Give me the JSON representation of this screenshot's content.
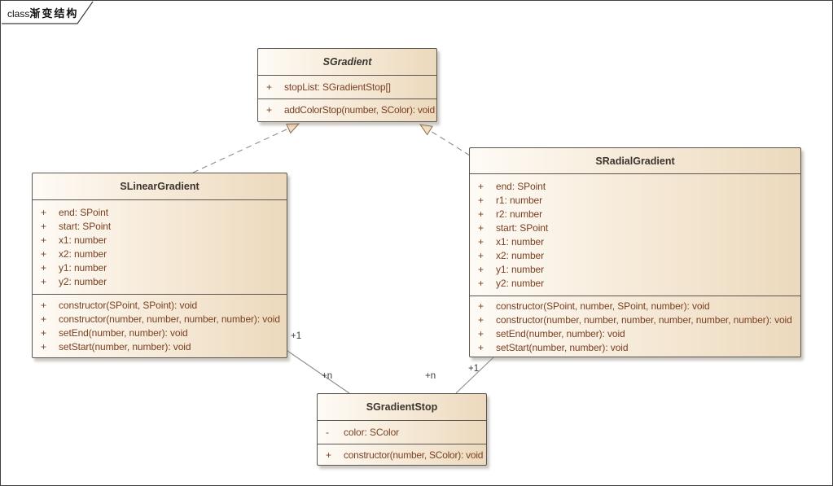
{
  "frame": {
    "label_prefix": "class",
    "label_title": "渐变结构"
  },
  "colors": {
    "box_fill_light": "#fefbf6",
    "box_fill_dark": "#ecd9bd",
    "box_border": "#5a5550",
    "member_text": "#7a4022",
    "title_text": "#3b352e",
    "relationship_line": "#8c8c8c",
    "triangle_fill": "#f2dfc2",
    "triangle_stroke": "#8a6a48",
    "shadow": "rgba(140,130,118,0.45)"
  },
  "classes": {
    "gradient": {
      "name": "SGradient",
      "abstract": true,
      "attributes": [
        {
          "vis": "+",
          "text": "stopList: SGradientStop[]"
        }
      ],
      "operations": [
        {
          "vis": "+",
          "text": "addColorStop(number, SColor): void"
        }
      ]
    },
    "linear": {
      "name": "SLinearGradient",
      "abstract": false,
      "attributes": [
        {
          "vis": "+",
          "text": "end: SPoint"
        },
        {
          "vis": "+",
          "text": "start: SPoint"
        },
        {
          "vis": "+",
          "text": "x1: number"
        },
        {
          "vis": "+",
          "text": "x2: number"
        },
        {
          "vis": "+",
          "text": "y1: number"
        },
        {
          "vis": "+",
          "text": "y2: number"
        }
      ],
      "operations": [
        {
          "vis": "+",
          "text": "constructor(SPoint, SPoint): void"
        },
        {
          "vis": "+",
          "text": "constructor(number, number, number, number): void"
        },
        {
          "vis": "+",
          "text": "setEnd(number, number): void"
        },
        {
          "vis": "+",
          "text": "setStart(number, number): void"
        }
      ]
    },
    "radial": {
      "name": "SRadialGradient",
      "abstract": false,
      "attributes": [
        {
          "vis": "+",
          "text": "end: SPoint"
        },
        {
          "vis": "+",
          "text": "r1: number"
        },
        {
          "vis": "+",
          "text": "r2: number"
        },
        {
          "vis": "+",
          "text": "start: SPoint"
        },
        {
          "vis": "+",
          "text": "x1: number"
        },
        {
          "vis": "+",
          "text": "x2: number"
        },
        {
          "vis": "+",
          "text": "y1: number"
        },
        {
          "vis": "+",
          "text": "y2: number"
        }
      ],
      "operations": [
        {
          "vis": "+",
          "text": "constructor(SPoint, number, SPoint, number): void"
        },
        {
          "vis": "+",
          "text": "constructor(number, number, number, number, number, number): void"
        },
        {
          "vis": "+",
          "text": "setEnd(number, number): void"
        },
        {
          "vis": "+",
          "text": "setStart(number, number): void"
        }
      ]
    },
    "stop": {
      "name": "SGradientStop",
      "abstract": false,
      "attributes": [
        {
          "vis": "-",
          "text": "color: SColor"
        }
      ],
      "operations": [
        {
          "vis": "+",
          "text": "constructor(number, SColor): void"
        }
      ]
    }
  },
  "relationships": {
    "realizations": [
      {
        "from": "SLinearGradient",
        "to": "SGradient",
        "style": "dashed-hollow-triangle"
      },
      {
        "from": "SRadialGradient",
        "to": "SGradient",
        "style": "dashed-hollow-triangle"
      }
    ],
    "associations": [
      {
        "from": "SLinearGradient",
        "to": "SGradientStop",
        "from_label": "+1",
        "to_label": "+n"
      },
      {
        "from": "SRadialGradient",
        "to": "SGradientStop",
        "from_label": "+1",
        "to_label": "+n"
      }
    ]
  }
}
